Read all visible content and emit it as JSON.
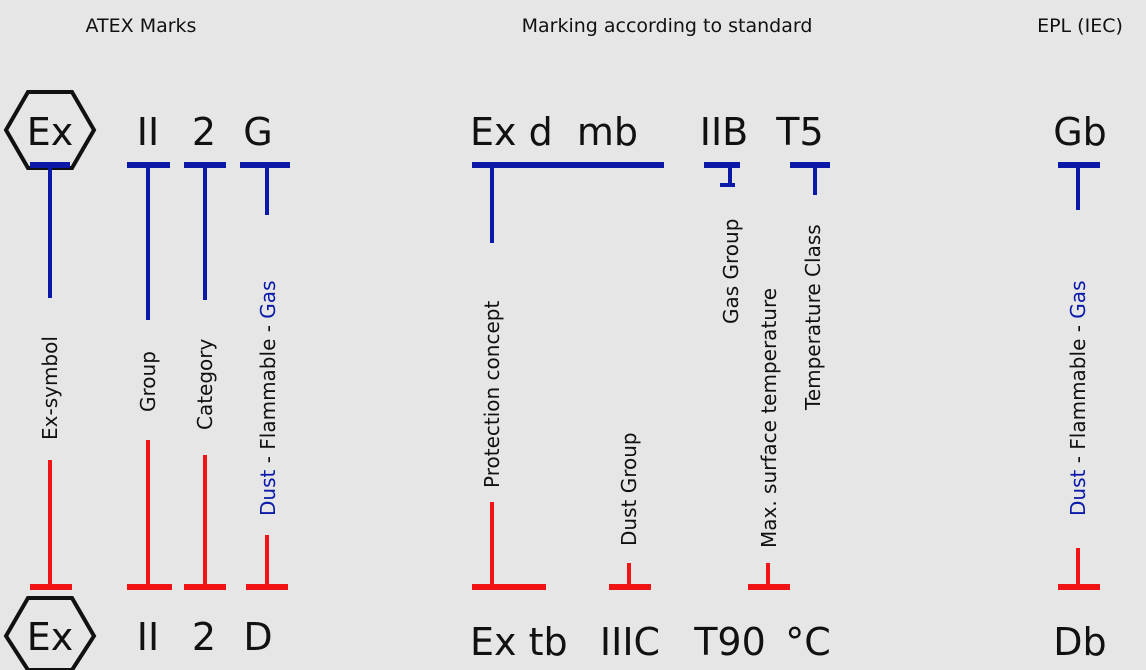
{
  "headers": {
    "atex": "ATEX Marks",
    "standard": "Marking according to standard",
    "epl": "EPL (IEC)"
  },
  "gas_row": {
    "ex_symbol": "Ex",
    "group": "II",
    "category": "2",
    "atmosphere": "G",
    "protection": "Ex d  mb",
    "gas_group": "IIB",
    "temp_class": "T5",
    "epl": "Gb"
  },
  "dust_row": {
    "ex_symbol": "Ex",
    "group": "II",
    "category": "2",
    "atmosphere": "D",
    "protection": "Ex tb",
    "dust_group": "IIIC",
    "max_temp": "T90",
    "unit": "°C",
    "epl": "Db"
  },
  "labels": {
    "ex_symbol": "Ex-symbol",
    "group": "Group",
    "category": "Category",
    "dust_flammable_gas": {
      "dust": "Dust",
      "middle": " - Flammable - ",
      "gas": "Gas"
    },
    "protection_concept": "Protection concept",
    "dust_group": "Dust Group",
    "gas_group": "Gas Group",
    "max_surface_temp": "Max. surface temperature",
    "temperature_class": "Temperature Class"
  },
  "colors": {
    "gas_marker": "#0a19a8",
    "dust_marker": "#f01414",
    "background": "#e6e6e6"
  }
}
